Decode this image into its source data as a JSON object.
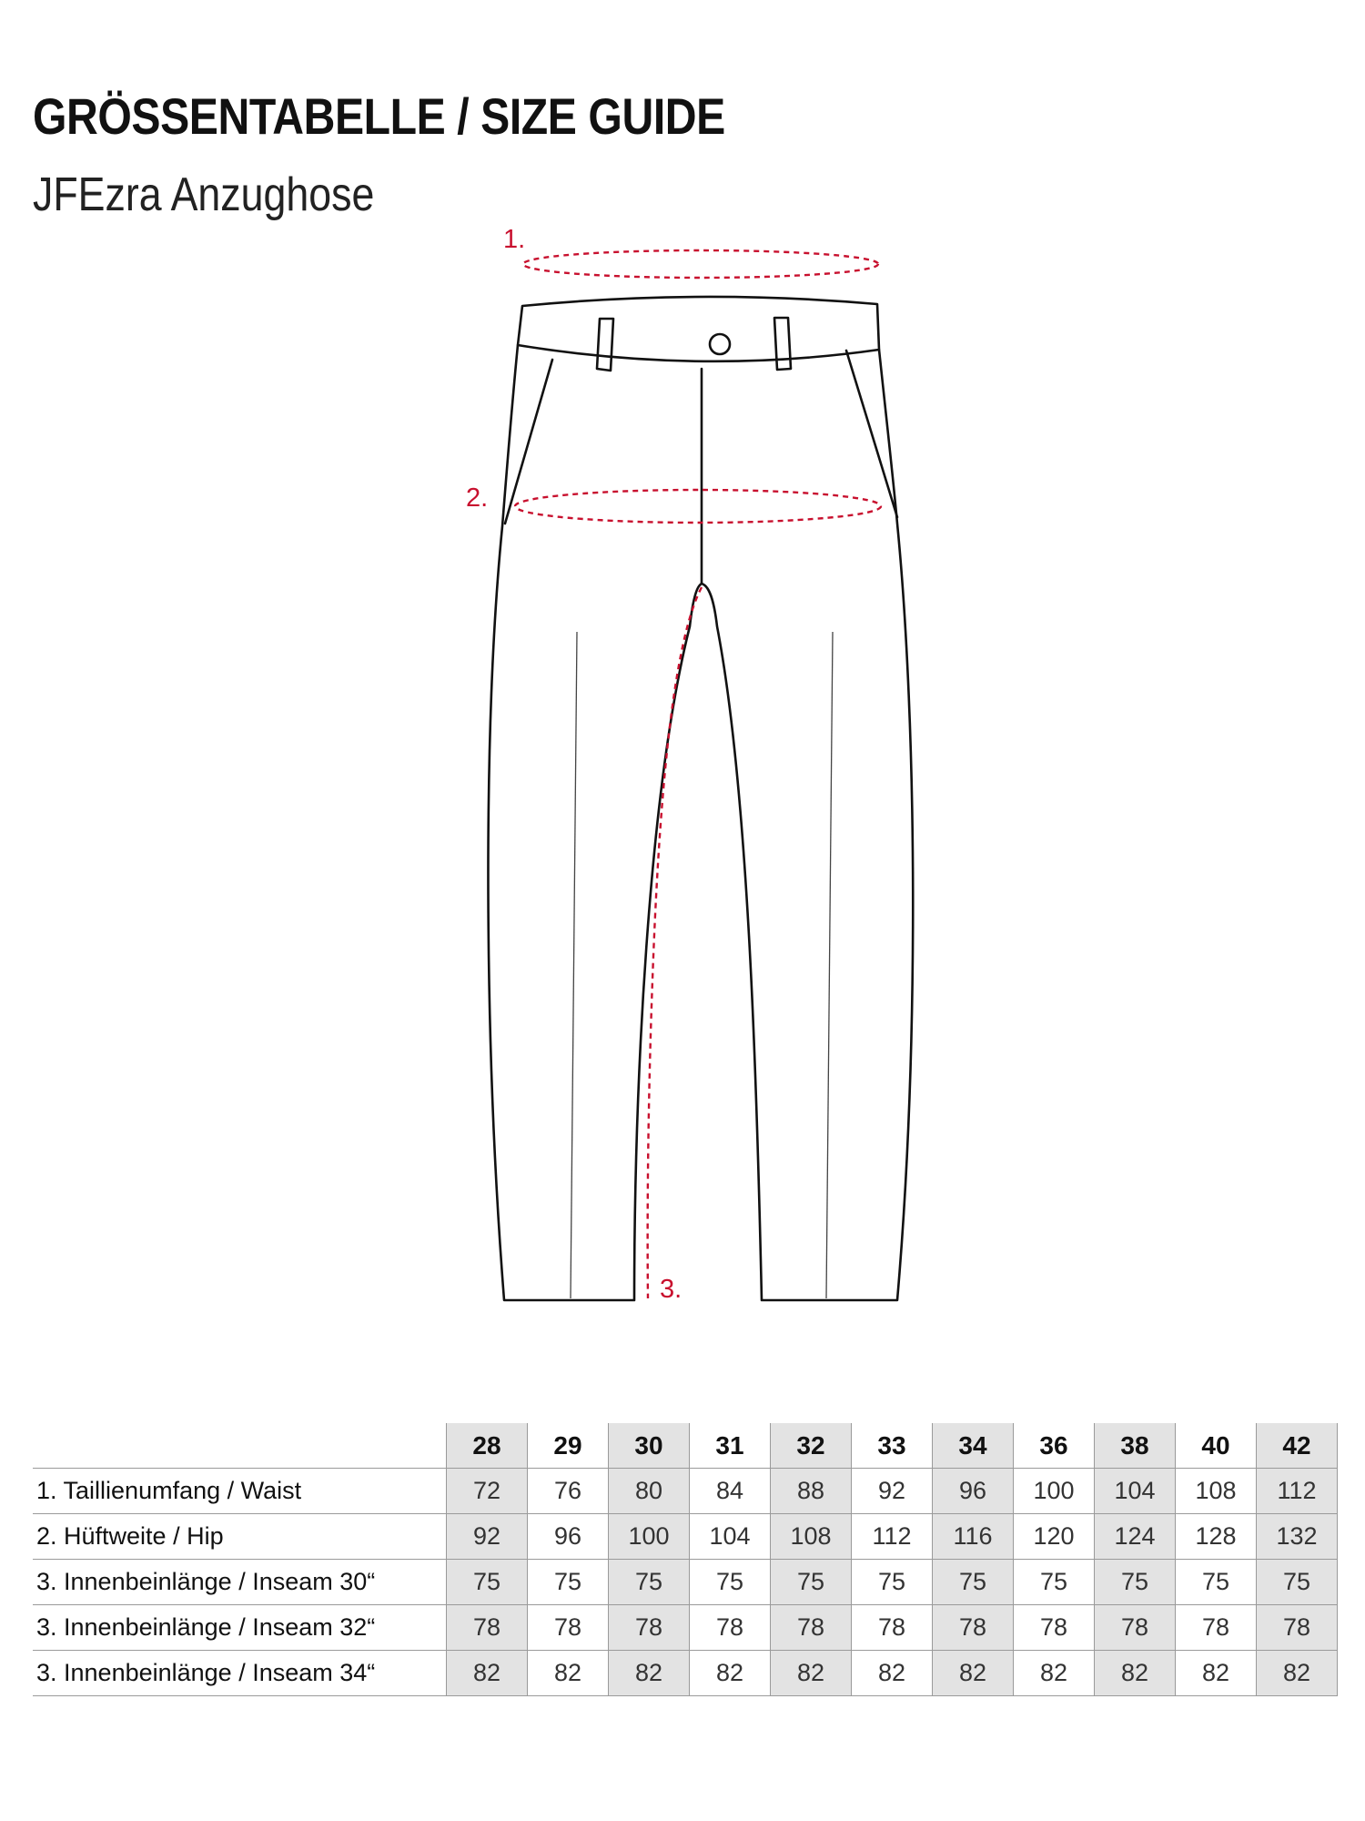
{
  "header": {
    "title": "GRÖSSENTABELLE / SIZE GUIDE",
    "subtitle": "JFEzra Anzughose"
  },
  "diagram": {
    "markers": [
      "1.",
      "2.",
      "3."
    ],
    "marker_color": "#c8102e",
    "line_color": "#111111"
  },
  "table": {
    "sizes": [
      "28",
      "29",
      "30",
      "31",
      "32",
      "33",
      "34",
      "36",
      "38",
      "40",
      "42"
    ],
    "shade_color": "#e3e3e3",
    "rows": [
      {
        "label": "1. Taillienumfang / Waist",
        "values": [
          "72",
          "76",
          "80",
          "84",
          "88",
          "92",
          "96",
          "100",
          "104",
          "108",
          "112"
        ]
      },
      {
        "label": "2. Hüftweite / Hip",
        "values": [
          "92",
          "96",
          "100",
          "104",
          "108",
          "112",
          "116",
          "120",
          "124",
          "128",
          "132"
        ]
      },
      {
        "label": "3. Innenbeinlänge / Inseam 30“",
        "values": [
          "75",
          "75",
          "75",
          "75",
          "75",
          "75",
          "75",
          "75",
          "75",
          "75",
          "75"
        ]
      },
      {
        "label": "3. Innenbeinlänge / Inseam 32“",
        "values": [
          "78",
          "78",
          "78",
          "78",
          "78",
          "78",
          "78",
          "78",
          "78",
          "78",
          "78"
        ]
      },
      {
        "label": "3. Innenbeinlänge / Inseam 34“",
        "values": [
          "82",
          "82",
          "82",
          "82",
          "82",
          "82",
          "82",
          "82",
          "82",
          "82",
          "82"
        ]
      }
    ]
  }
}
